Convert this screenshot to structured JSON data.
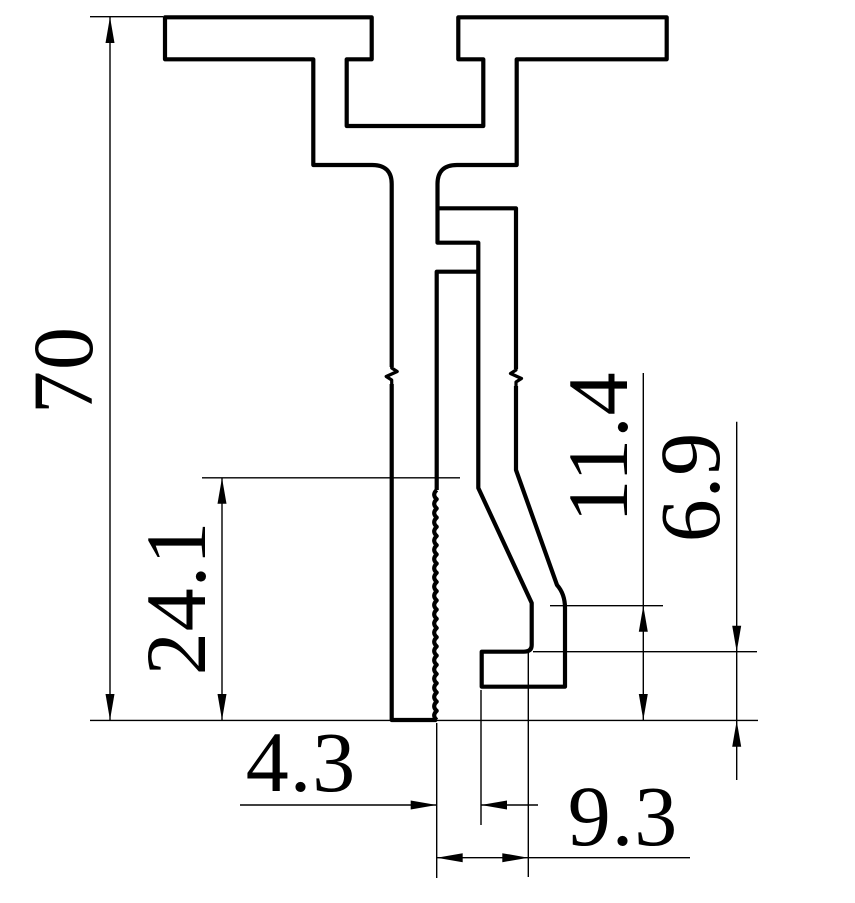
{
  "drawing": {
    "type": "technical-cross-section",
    "background_color": "#ffffff",
    "line_color": "#000000",
    "dimensions": {
      "overall_height": {
        "label": "70",
        "orientation": "vertical"
      },
      "clamp_height": {
        "label": "24.1",
        "orientation": "vertical"
      },
      "foot_height": {
        "label": "11.4",
        "orientation": "vertical"
      },
      "lip_height": {
        "label": "6.9",
        "orientation": "vertical"
      },
      "slot_width": {
        "label": "4.3",
        "orientation": "horizontal"
      },
      "foot_width": {
        "label": "9.3",
        "orientation": "horizontal"
      }
    }
  }
}
